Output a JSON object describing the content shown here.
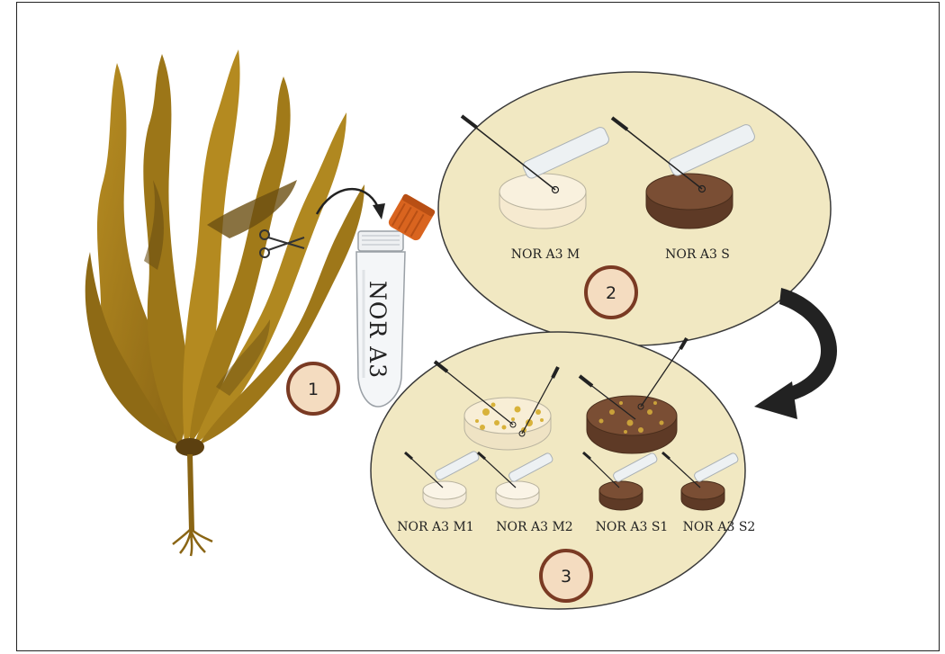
{
  "tube": {
    "label": "NOR A3"
  },
  "panel2": {
    "step": "2",
    "plates": [
      {
        "label": "NOR A3 M"
      },
      {
        "label": "NOR A3 S"
      }
    ]
  },
  "panel3": {
    "step": "3",
    "plates": [
      {
        "label": "NOR A3 M1"
      },
      {
        "label": "NOR A3 M2"
      },
      {
        "label": "NOR A3 S1"
      },
      {
        "label": "NOR A3 S2"
      }
    ]
  },
  "step1": {
    "number": "1"
  },
  "colors": {
    "kelp": "#a8801e",
    "kelp_dark": "#6b4f12",
    "panel_fill": "#f1e8c2",
    "marine_agar": "#f6ead0",
    "soil_agar": "#7a4e34",
    "cap": "#d9641f",
    "step_circle": "#f4dcc0",
    "step_ring": "#7a3a23"
  }
}
